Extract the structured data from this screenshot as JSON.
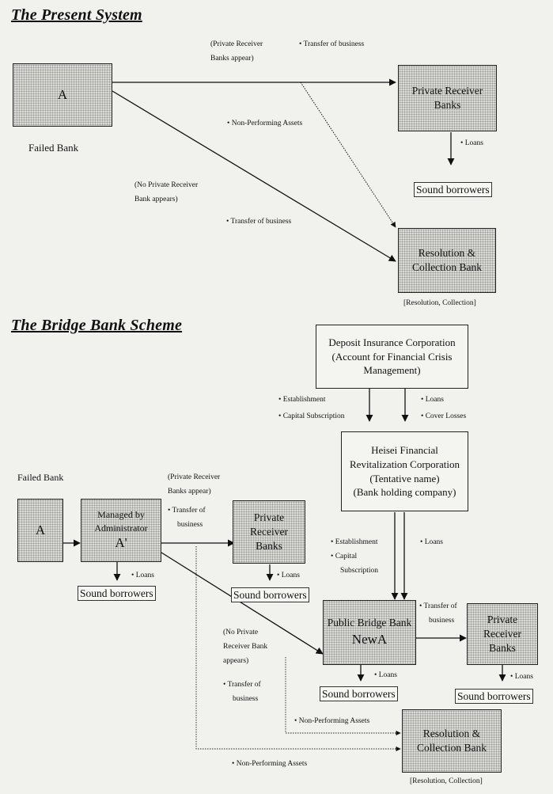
{
  "present": {
    "title": "The Present System",
    "box_a": "A",
    "failed_bank": "Failed Bank",
    "private_receiver": "Private Receiver Banks",
    "resolution_bank": "Resolution & Collection Bank",
    "resolution_note": "[Resolution, Collection]",
    "sound_borrowers": "Sound borrowers",
    "label_private_appear_1": "(Private Receiver",
    "label_private_appear_2": "Banks appear)",
    "label_transfer_top": "Transfer of business",
    "label_npa": "Non-Performing Assets",
    "label_no_private_1": "(No Private Receiver",
    "label_no_private_2": "Bank appears)",
    "label_transfer_bottom": "Transfer of business",
    "label_loans": "Loans"
  },
  "bridge": {
    "title": "The Bridge Bank Scheme",
    "dic_line1": "Deposit Insurance Corporation",
    "dic_line2": "(Account for Financial Crisis Management)",
    "heisei_line1": "Heisei Financial Revitalization Corporation",
    "heisei_line2": "(Tentative name)",
    "heisei_line3": "(Bank holding company)",
    "failed_bank": "Failed Bank",
    "box_a": "A",
    "admin_line1": "Managed by Administrator",
    "admin_line2": "A'",
    "private_receiver_1": "Private Receiver Banks",
    "bridge_line1": "Public Bridge Bank",
    "bridge_line2": "NewA",
    "private_receiver_2": "Private Receiver Banks",
    "resolution_bank": "Resolution & Collection Bank",
    "resolution_note": "[Resolution, Collection]",
    "sound_borrowers": "Sound borrowers",
    "label_establishment_1": "Establishment",
    "label_capital_1": "Capital Subscription",
    "label_loans_dic": "Loans",
    "label_cover_losses": "Cover Losses",
    "label_private_appear_1": "(Private Receiver",
    "label_private_appear_2": "Banks appear)",
    "label_transfer_1a": "Transfer of",
    "label_transfer_1b": "business",
    "label_establishment_2": "Establishment",
    "label_capital_2a": "Capital",
    "label_capital_2b": "Subscription",
    "label_loans_heisei": "Loans",
    "label_no_private_1": "(No Private",
    "label_no_private_2": "Receiver Bank",
    "label_no_private_3": "appears)",
    "label_transfer_2a": "Transfer of",
    "label_transfer_2b": "business",
    "label_transfer_3a": "Transfer of",
    "label_transfer_3b": "business",
    "label_npa_1": "Non-Performing Assets",
    "label_npa_2": "Non-Performing Assets",
    "label_loans": "Loans"
  }
}
